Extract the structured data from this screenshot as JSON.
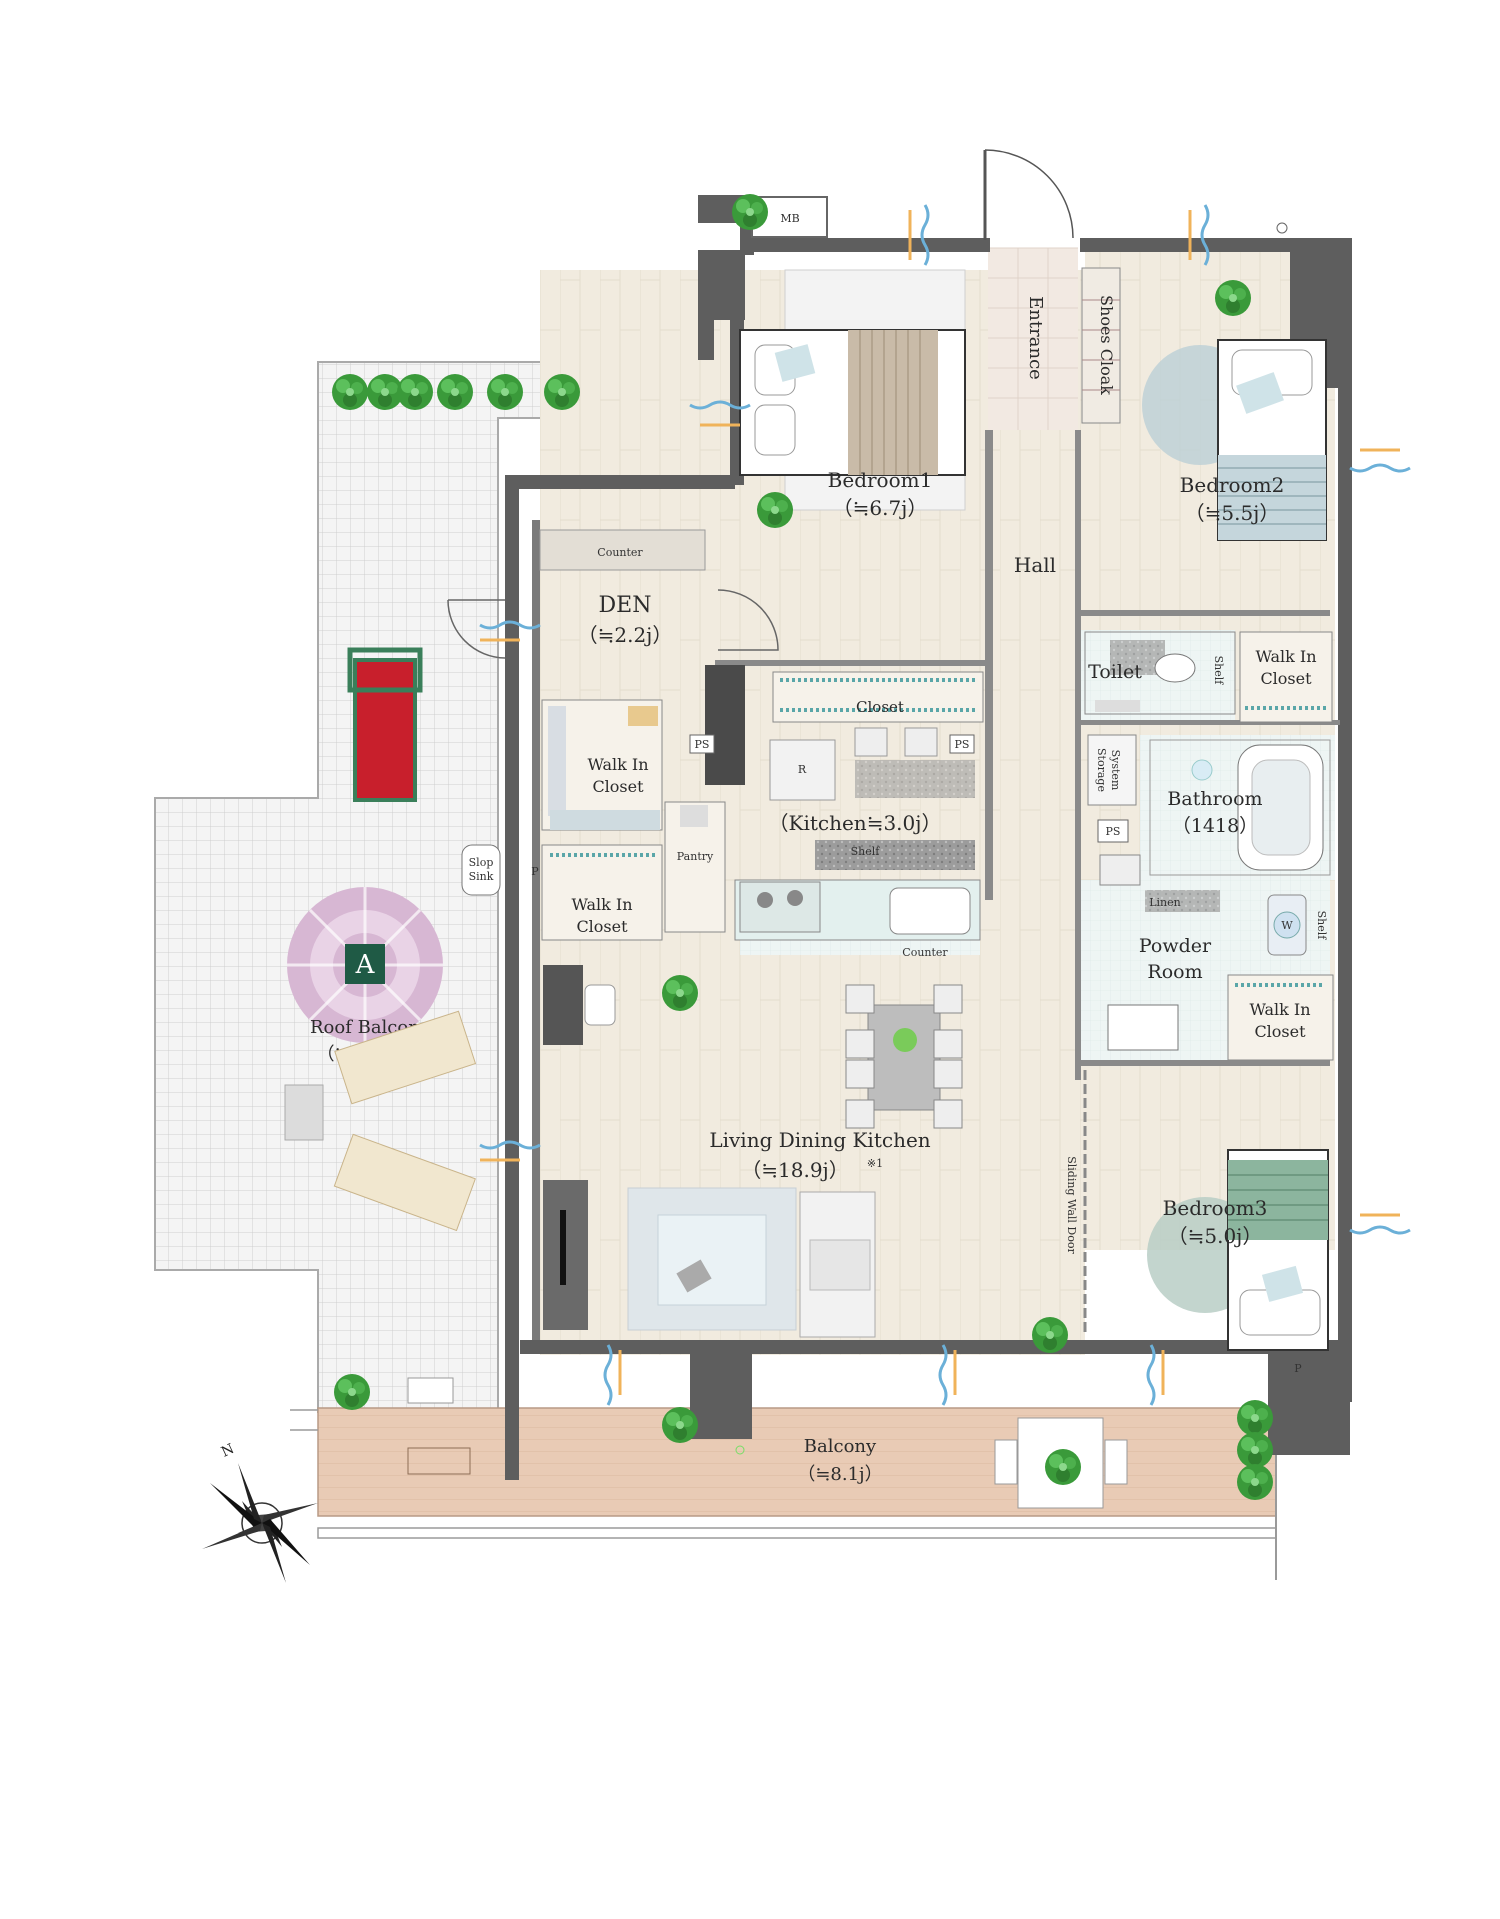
{
  "rooms": {
    "bedroom1": {
      "name": "Bedroom1",
      "area": "（≒6.7j）"
    },
    "bedroom2": {
      "name": "Bedroom2",
      "area": "（≒5.5j）"
    },
    "bedroom3": {
      "name": "Bedroom3",
      "area": "（≒5.0j）"
    },
    "den": {
      "name": "DEN",
      "area": "（≒2.2j）"
    },
    "kitchen": {
      "name": "（Kitchen≒3.0j）"
    },
    "ldk": {
      "name": "Living Dining Kitchen",
      "area": "（≒18.9j）",
      "note": "※1"
    },
    "roof_balcony": {
      "name": "Roof Balcony",
      "area": "（≒20.8j）"
    },
    "balcony": {
      "name": "Balcony",
      "area": "（≒8.1j）"
    },
    "bathroom": {
      "name": "Bathroom",
      "area": "（1418）"
    },
    "powder_room": {
      "line1": "Powder",
      "line2": "Room"
    },
    "toilet": {
      "name": "Toilet"
    },
    "hall": {
      "name": "Hall"
    },
    "entrance": {
      "name": "Entrance"
    },
    "shoes_cloak": {
      "name": "Shoes Cloak"
    }
  },
  "closets": {
    "wic_den": {
      "line1": "Walk In",
      "line2": "Closet"
    },
    "wic_lower": {
      "line1": "Walk In",
      "line2": "Closet"
    },
    "wic_bed2": {
      "line1": "Walk In",
      "line2": "Closet"
    },
    "wic_powder": {
      "line1": "Walk In",
      "line2": "Closet"
    },
    "closet": {
      "name": "Closet"
    }
  },
  "fixtures": {
    "mb": "MB",
    "counter_den": "Counter",
    "counter_kitchen": "Counter",
    "pantry": "Pantry",
    "shelf_kitchen": "Shelf",
    "shelf_toilet": "Shelf",
    "shelf_powder": "Shelf",
    "refrigerator": "R",
    "ps": "PS",
    "system_storage_1": "System",
    "system_storage_2": "Storage",
    "linen": "Linen",
    "washer": "W",
    "slop_sink_1": "Slop",
    "slop_sink_2": "Sink",
    "p": "P",
    "sliding_wall_door": "Sliding Wall Door"
  },
  "marker": "A",
  "compass": "N",
  "colors": {
    "wall": "#5a5a5a",
    "floor": "#efe9dc",
    "tile": "#f2f2f2",
    "deck": "#e8c9b3",
    "wet": "#eaf3f2",
    "plant": "#2f8a2f",
    "marker": "#1f5a45"
  }
}
